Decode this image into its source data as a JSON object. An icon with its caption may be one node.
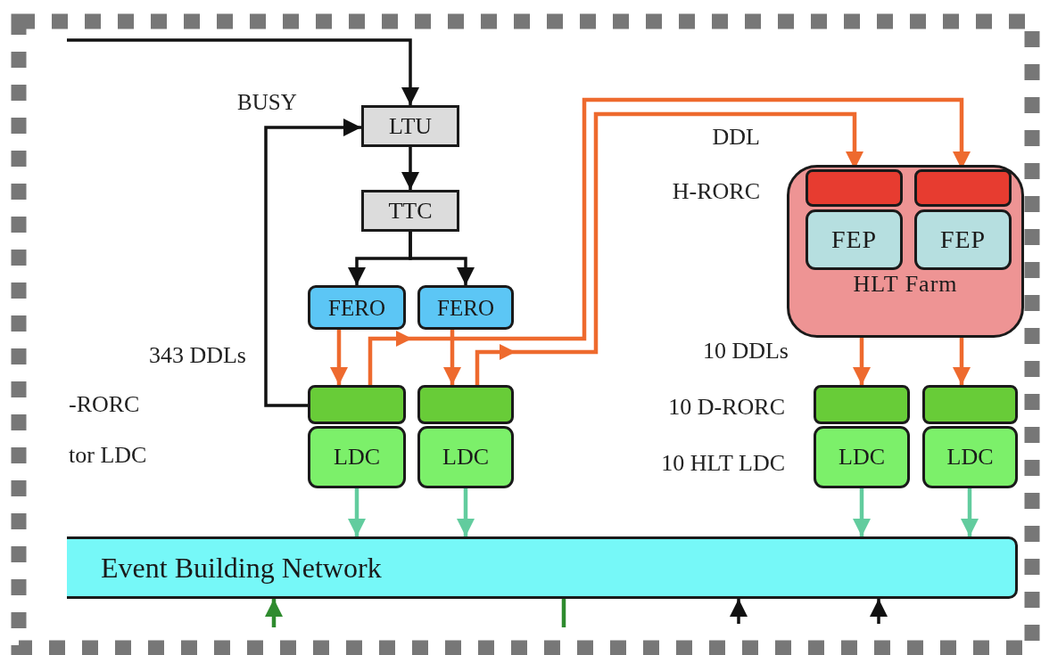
{
  "diagram": {
    "nodes": [
      {
        "text": [
          "LTU"
        ]
      },
      {
        "text": [
          "TTC"
        ]
      },
      {
        "text": [
          "FERO"
        ]
      },
      {
        "text": [
          "FERO"
        ]
      },
      {
        "text": [],
        "shape": "box"
      },
      {
        "text": [
          "LDC"
        ]
      },
      {
        "text": [],
        "shape": "box"
      },
      {
        "text": [
          "LDC"
        ]
      },
      {
        "text": [
          "HLT Farm"
        ]
      },
      {
        "text": [],
        "shape": "box",
        "in": 8
      },
      {
        "text": [
          "FEP"
        ],
        "in": 8
      },
      {
        "text": [],
        "shape": "box",
        "in": 8
      },
      {
        "text": [
          "FEP"
        ],
        "in": 8
      },
      {
        "text": [],
        "shape": "box"
      },
      {
        "text": [
          "LDC"
        ]
      },
      {
        "text": [],
        "shape": "box"
      },
      {
        "text": [
          "LDC"
        ]
      },
      {
        "text": [
          "Event Building Network"
        ]
      }
    ],
    "edges": [
      {
        "from": null,
        "to": 0,
        "arrow": "to"
      },
      {
        "from": 0,
        "to": 1,
        "arrow": "to"
      },
      {
        "from": 1,
        "to": 2,
        "arrow": "to"
      },
      {
        "from": 1,
        "to": 3,
        "arrow": "to"
      },
      {
        "from": 4,
        "to": 0,
        "arrow": "to",
        "label": "BUSY"
      },
      {
        "from": 2,
        "to": 4,
        "arrow": "to",
        "color": "#ee6a2e"
      },
      {
        "from": 3,
        "to": 6,
        "arrow": "to",
        "color": "#ee6a2e"
      },
      {
        "from": 4,
        "to": 11,
        "arrow": "to",
        "color": "#ee6a2e"
      },
      {
        "from": 6,
        "to": 9,
        "arrow": "to",
        "color": "#ee6a2e"
      },
      {
        "from": 8,
        "to": 13,
        "arrow": "to",
        "color": "#ee6a2e"
      },
      {
        "from": 8,
        "to": 15,
        "arrow": "to",
        "color": "#ee6a2e"
      },
      {
        "from": 5,
        "to": 17,
        "arrow": "to",
        "color": "#62cc9e"
      },
      {
        "from": 7,
        "to": 17,
        "arrow": "to",
        "color": "#62cc9e"
      },
      {
        "from": 14,
        "to": 17,
        "arrow": "to",
        "color": "#62cc9e"
      },
      {
        "from": 16,
        "to": 17,
        "arrow": "to",
        "color": "#62cc9e"
      },
      {
        "from": null,
        "to": 17,
        "arrow": "to",
        "color": "#2e8b2e"
      },
      {
        "from": 17,
        "to": null,
        "arrow": "none",
        "color": "#2e8b2e"
      },
      {
        "from": null,
        "to": 17,
        "arrow": "to"
      },
      {
        "from": null,
        "to": 17,
        "arrow": "to"
      }
    ],
    "labels": [
      "DDL",
      "H-RORC",
      "343 DDLs",
      "10 DDLs",
      "-RORC",
      "10 D-RORC",
      "tor LDC",
      "10 HLT LDC"
    ]
  }
}
